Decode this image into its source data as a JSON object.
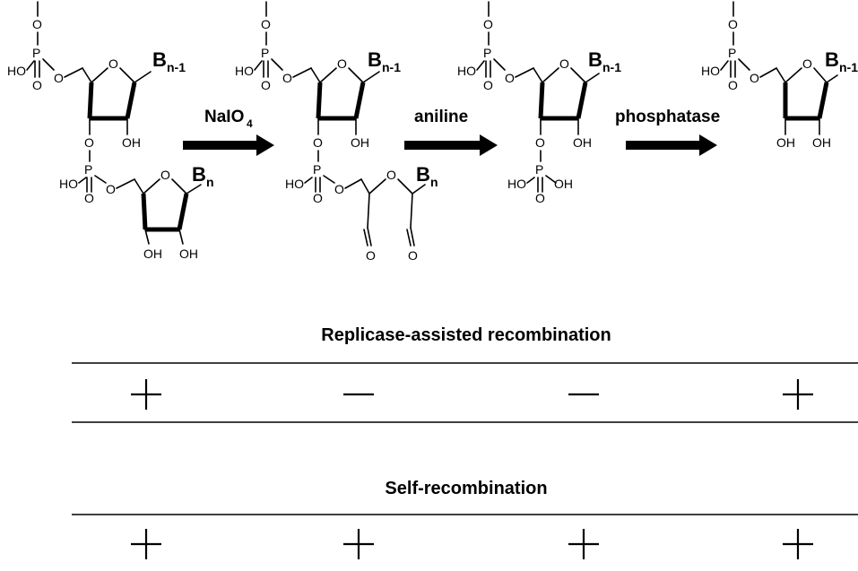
{
  "labels": {
    "methyl_stub": "",
    "oxygen": "O",
    "phosphorus": "P",
    "hydroxyl_left": "HO",
    "hydroxyl_right": "OH",
    "base_letter": "B",
    "base_n_minus_1_sub": "n-1",
    "base_n_sub": "n"
  },
  "reagents": {
    "step1_main": "NaIO",
    "step1_sub": "4",
    "step2": "aniline",
    "step3": "phosphatase"
  },
  "sections": [
    {
      "title": "Replicase-assisted recombination",
      "results": [
        "+",
        "−",
        "−",
        "+"
      ]
    },
    {
      "title": "Self-recombination",
      "results": [
        "+",
        "+",
        "+",
        "+"
      ]
    }
  ]
}
